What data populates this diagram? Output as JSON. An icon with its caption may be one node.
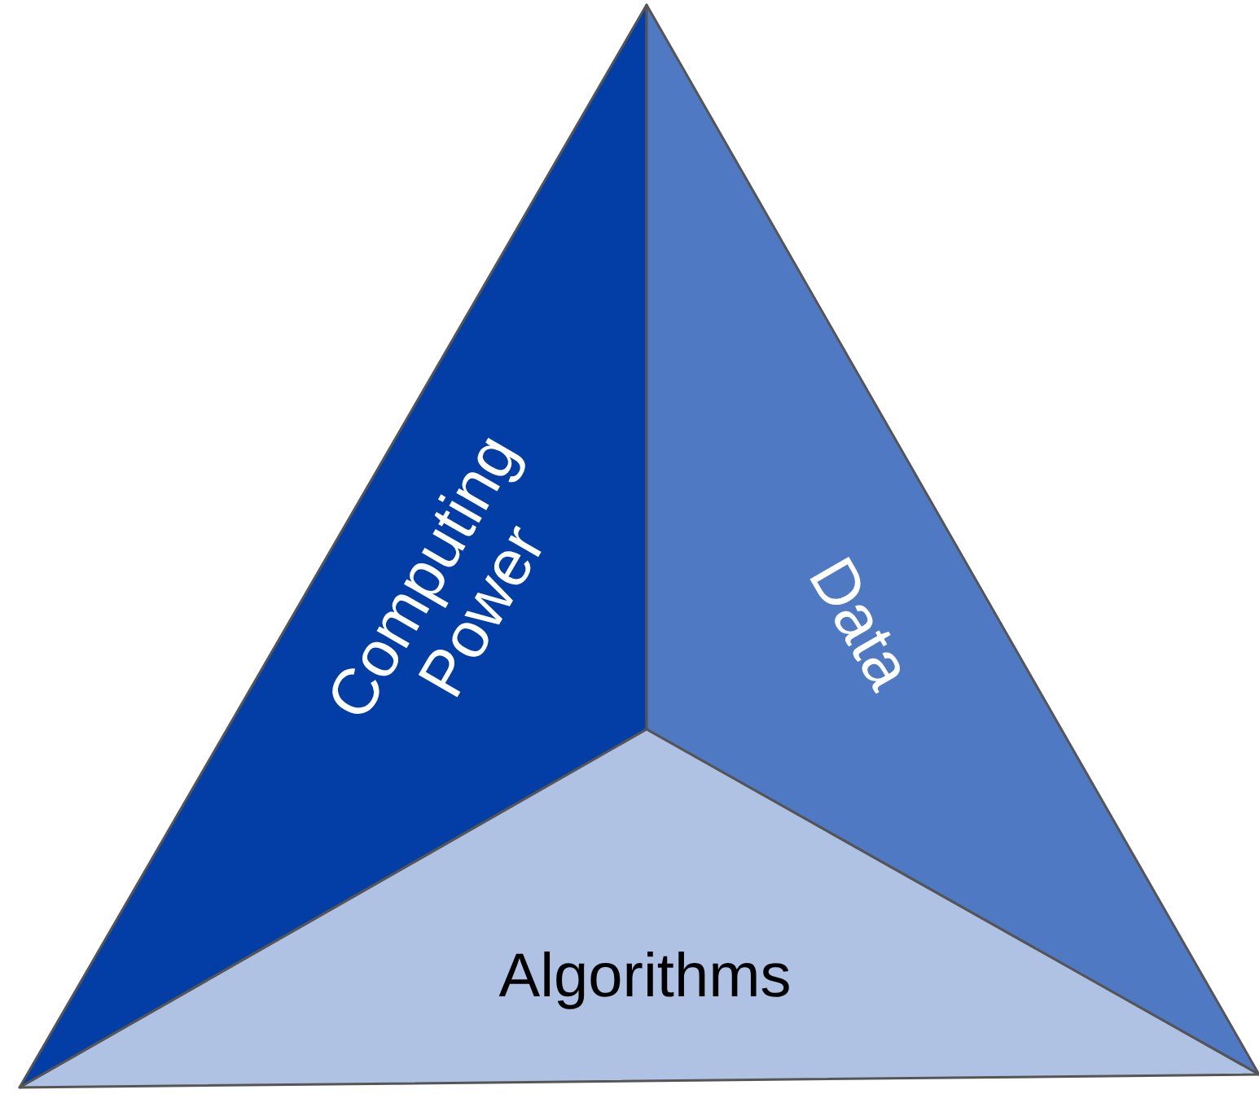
{
  "diagram": {
    "nodes": [
      {
        "text": [
          "Computing Power"
        ]
      },
      {
        "text": [
          "Data"
        ]
      },
      {
        "text": [
          "Algorithms"
        ]
      }
    ]
  }
}
